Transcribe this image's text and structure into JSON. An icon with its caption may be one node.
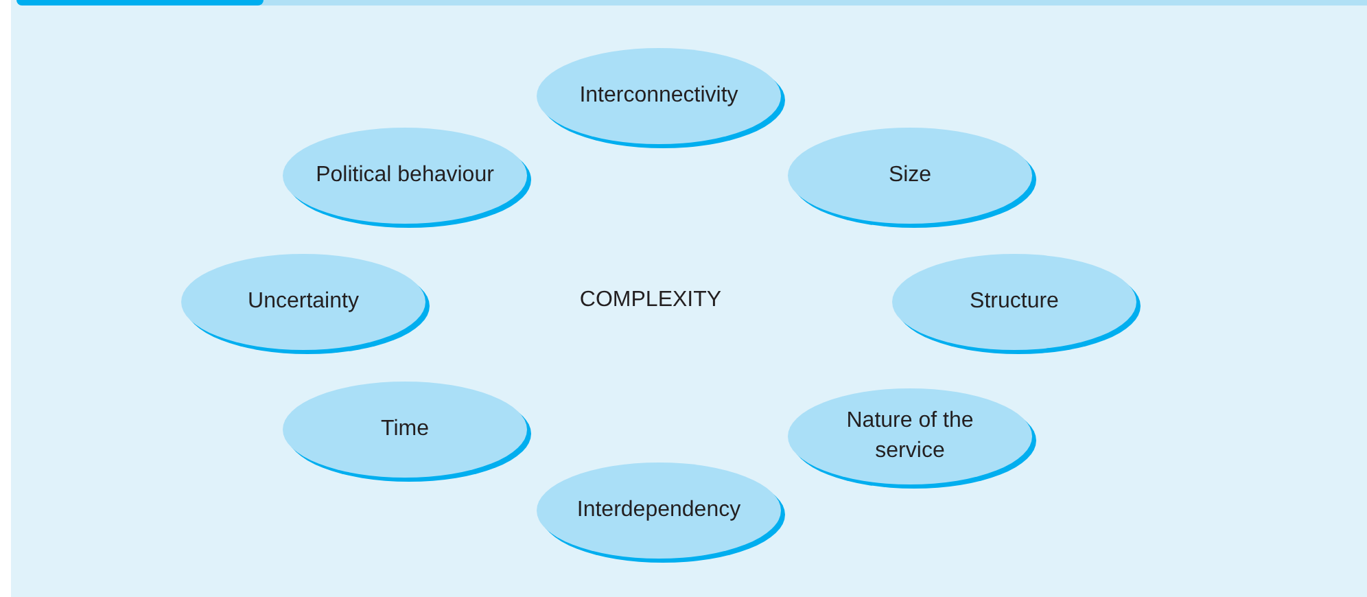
{
  "diagram": {
    "nodes": [
      {
        "text": [
          "Interconnectivity"
        ]
      },
      {
        "text": [
          "Political behaviour"
        ]
      },
      {
        "text": [
          "Size"
        ]
      },
      {
        "text": [
          "Uncertainty"
        ]
      },
      {
        "text": [
          "Structure"
        ]
      },
      {
        "text": [
          "Time"
        ]
      },
      {
        "text": [
          "Nature of the service"
        ]
      },
      {
        "text": [
          "Interdependency"
        ]
      }
    ],
    "labels": [
      "COMPLEXITY"
    ]
  }
}
